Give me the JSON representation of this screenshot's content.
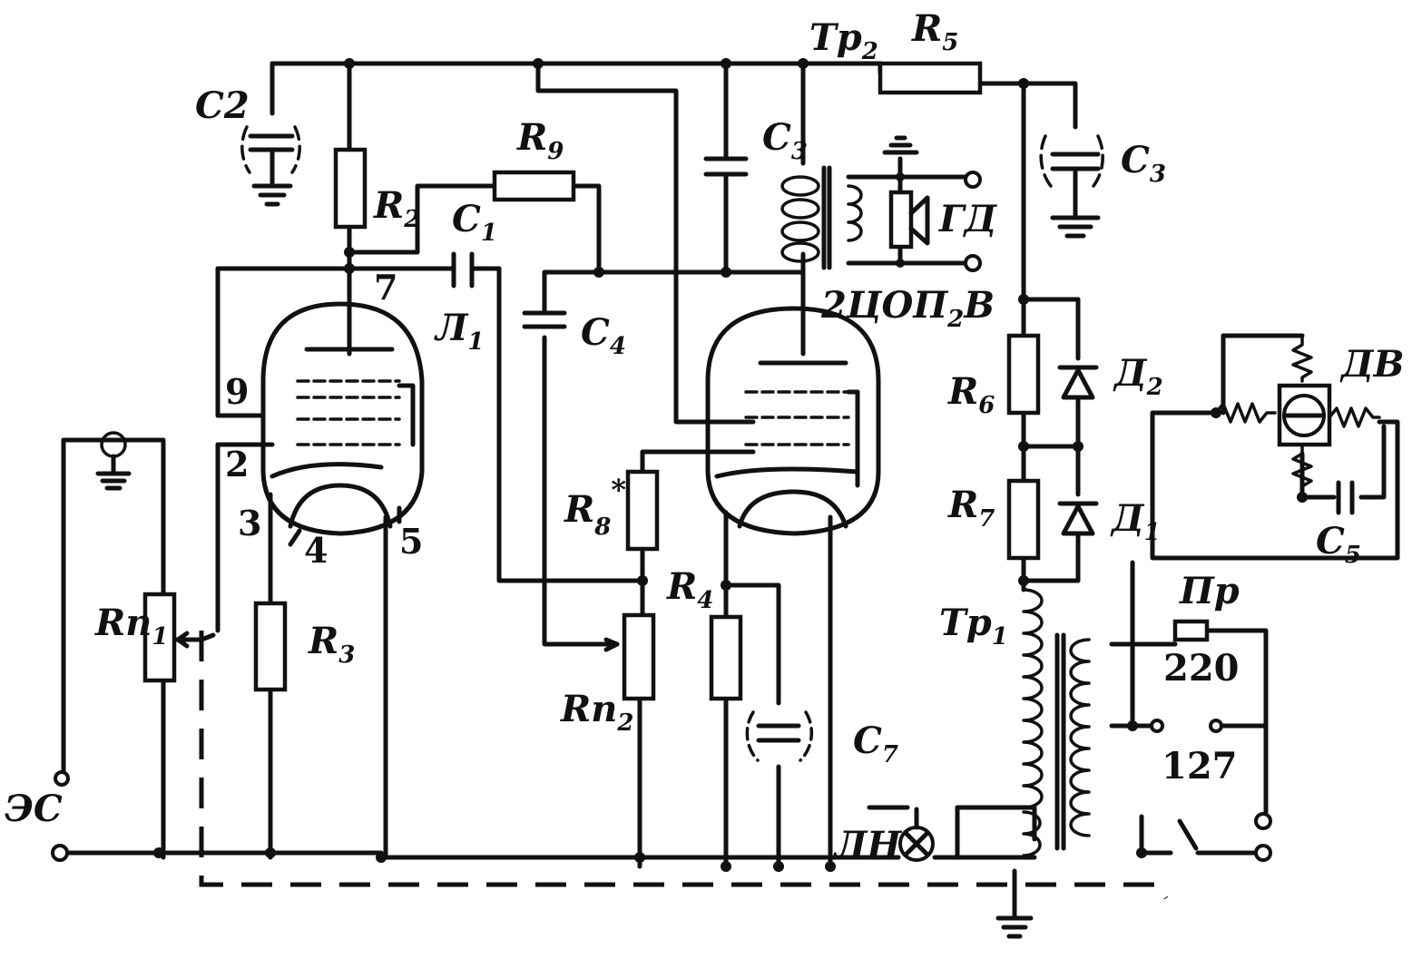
{
  "labels": {
    "c2": "C2",
    "r2": "R",
    "r2_sub": "2",
    "r9": "R",
    "r9_sub": "9",
    "c1": "C",
    "c1_sub": "1",
    "c4": "C",
    "c4_sub": "4",
    "l1": "Л",
    "l1_sub": "1",
    "c3_left": "C",
    "c3_left_sub": "3",
    "tp2": "Tp",
    "tp2_sub": "2",
    "r5": "R",
    "r5_sub": "5",
    "c3_right": "C",
    "c3_right_sub": "3",
    "gd": "ГД",
    "tube2": "2ЦОП",
    "tube2_sub": "2",
    "tube2_suffix": "В",
    "r6": "R",
    "r6_sub": "6",
    "r7": "R",
    "r7_sub": "7",
    "d2": "Д",
    "d2_sub": "2",
    "d1": "Д",
    "d1_sub": "1",
    "dv": "ДВ",
    "c5": "C",
    "c5_sub": "5",
    "r8": "R",
    "r8_sub": "8",
    "r8_star": "*",
    "r4": "R",
    "r4_sub": "4",
    "rp2": "Rп",
    "rp2_sub": "2",
    "c7": "C",
    "c7_sub": "7",
    "rp1": "Rп",
    "rp1_sub": "1",
    "r3": "R",
    "r3_sub": "3",
    "ec": "ЭС",
    "tp1": "Tp",
    "tp1_sub": "1",
    "pr": "Пр",
    "v220": "220",
    "v127": "127",
    "ln": "ЛН",
    "pin9": "9",
    "pin2": "2",
    "pin3": "3",
    "pin4": "4",
    "pin5": "5",
    "pin7": "7"
  }
}
